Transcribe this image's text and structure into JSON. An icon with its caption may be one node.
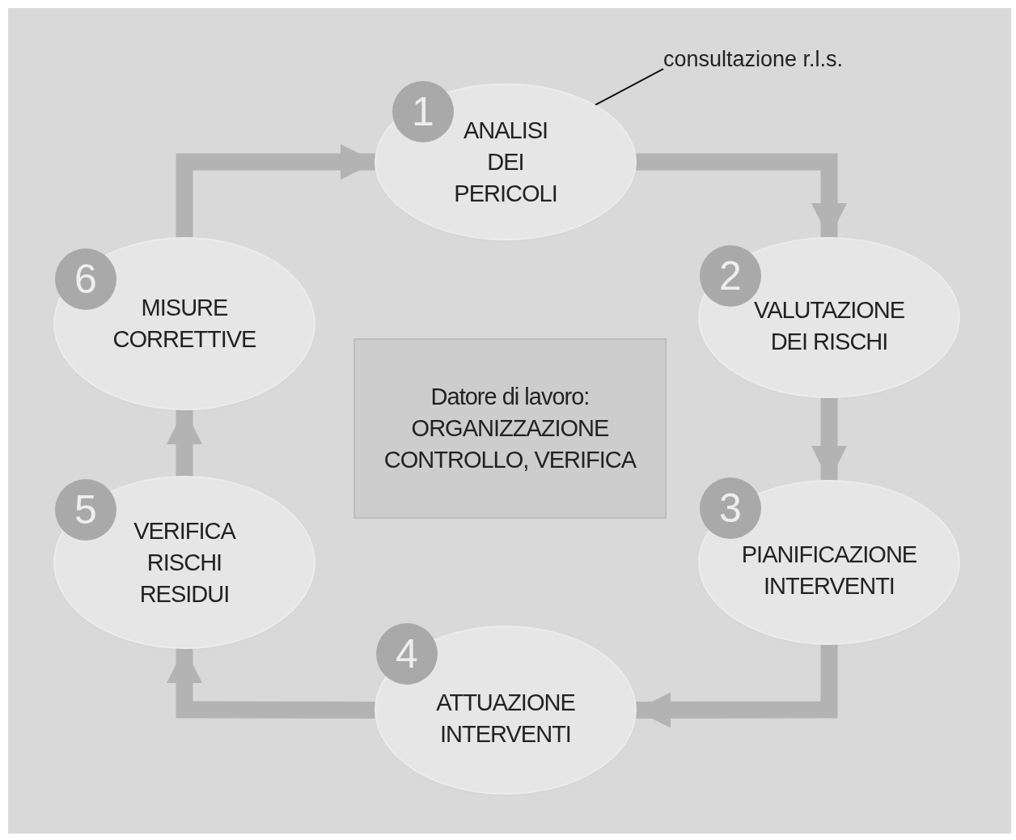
{
  "diagram": {
    "nodes": [
      {
        "text": [
          "1",
          "ANALISI DEI PERICOLI"
        ]
      },
      {
        "text": [
          "2",
          "VALUTAZIONE DEI RISCHI"
        ]
      },
      {
        "text": [
          "3",
          "PIANIFICAZIONE INTERVENTI"
        ]
      },
      {
        "text": [
          "4",
          "ATTUAZIONE INTERVENTI"
        ]
      },
      {
        "text": [
          "5",
          "VERIFICA RISCHI RESIDUI"
        ]
      },
      {
        "text": [
          "6",
          "MISURE CORRETTIVE"
        ]
      },
      {
        "text": [
          "Datore di lavoro:",
          "ORGANIZZAZIONE CONTROLLO, VERIFICA"
        ]
      },
      {
        "text": [
          "consultazione r.l.s."
        ]
      }
    ],
    "edges": [
      {
        "from": 0,
        "to": 1,
        "arrow": "to"
      },
      {
        "from": 1,
        "to": 2,
        "arrow": "to"
      },
      {
        "from": 2,
        "to": 3,
        "arrow": "to"
      },
      {
        "from": 3,
        "to": 4,
        "arrow": "to"
      },
      {
        "from": 4,
        "to": 5,
        "arrow": "to"
      },
      {
        "from": 5,
        "to": 0,
        "arrow": "to"
      },
      {
        "from": 7,
        "to": 0,
        "arrow": "other",
        "color": "#111111"
      }
    ]
  }
}
